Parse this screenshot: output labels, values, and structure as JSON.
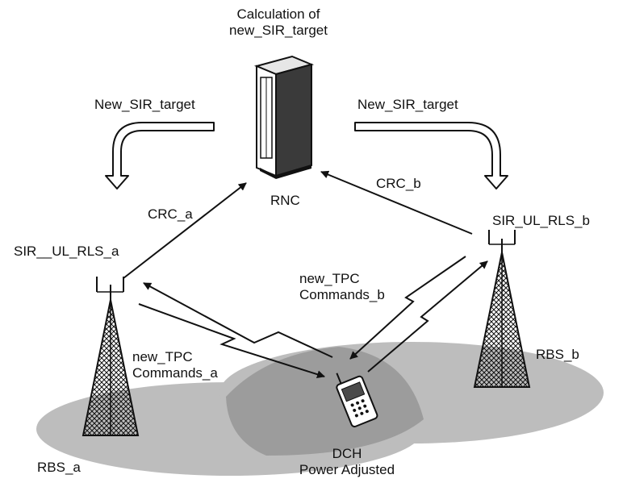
{
  "labels": {
    "calc_line1": "Calculation of",
    "calc_line2": "new_SIR_target",
    "new_sir_left": "New_SIR_target",
    "new_sir_right": "New_SIR_target",
    "rnc": "RNC",
    "crc_a": "CRC_a",
    "crc_b": "CRC_b",
    "sir_a": "SIR__UL_RLS_a",
    "sir_b": "SIR_UL_RLS_b",
    "tpc_b_line1": "new_TPC",
    "tpc_b_line2": "Commands_b",
    "tpc_a_line1": "new_TPC",
    "tpc_a_line2": "Commands_a",
    "rbs_a": "RBS_a",
    "rbs_b": "RBS_b",
    "dch_line1": "DCH",
    "dch_line2": "Power Adjusted"
  },
  "colors": {
    "coverage": "#bdbdbd",
    "overlap": "#9c9c9c",
    "line": "#111111"
  }
}
